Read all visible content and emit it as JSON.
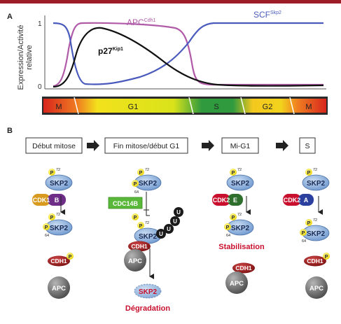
{
  "panel_a": {
    "label": "A",
    "y_label_line1": "Expression/Activité",
    "y_label_line2": "relative",
    "y_tick_top": "1",
    "y_tick_bottom": "0",
    "curves": {
      "apc": {
        "name": "APC",
        "sup": "Cdh1",
        "color": "#b05aa8"
      },
      "scf": {
        "name": "SCF",
        "sup": "Skp2",
        "color": "#4a5bbd"
      },
      "p27": {
        "name": "p27",
        "sup": "Kip1",
        "color": "#111111"
      }
    },
    "phases": [
      "M",
      "G1",
      "S",
      "G2",
      "M"
    ]
  },
  "panel_b": {
    "label": "B",
    "stages": [
      "Début mitose",
      "Fin mitose/début G1",
      "Mi-G1",
      "S"
    ],
    "proteins": {
      "skp2": "SKP2",
      "apc": "APC",
      "cdh1": "CDH1",
      "cdc14b": "CDC14B",
      "p": "P",
      "u": "U",
      "p72": "72",
      "p64": "64"
    },
    "cdk_complexes": [
      {
        "cdk": "CDK1",
        "cyclin": "B",
        "cdk_color": "#d89a1e",
        "cyclin_color": "#6e2d86"
      },
      {
        "cdk": "CDK2",
        "cyclin": "E",
        "cdk_color": "#c8102e",
        "cyclin_color": "#2e6f2e"
      },
      {
        "cdk": "CDK2",
        "cyclin": "A",
        "cdk_color": "#c8102e",
        "cyclin_color": "#2b3f9e"
      }
    ],
    "outcomes": {
      "degradation": "Dégradation",
      "stabilisation": "Stabilisation"
    },
    "colors": {
      "skp2_fill": "#7fa7d9",
      "cdh1_fill": "#9e1b1b",
      "apc_fill": "#6b6b6b",
      "p_fill": "#f2e41c",
      "cdc14b_fill": "#59b83a",
      "outcome_text": "#c8102e",
      "top_band": "#9c1d26"
    }
  }
}
